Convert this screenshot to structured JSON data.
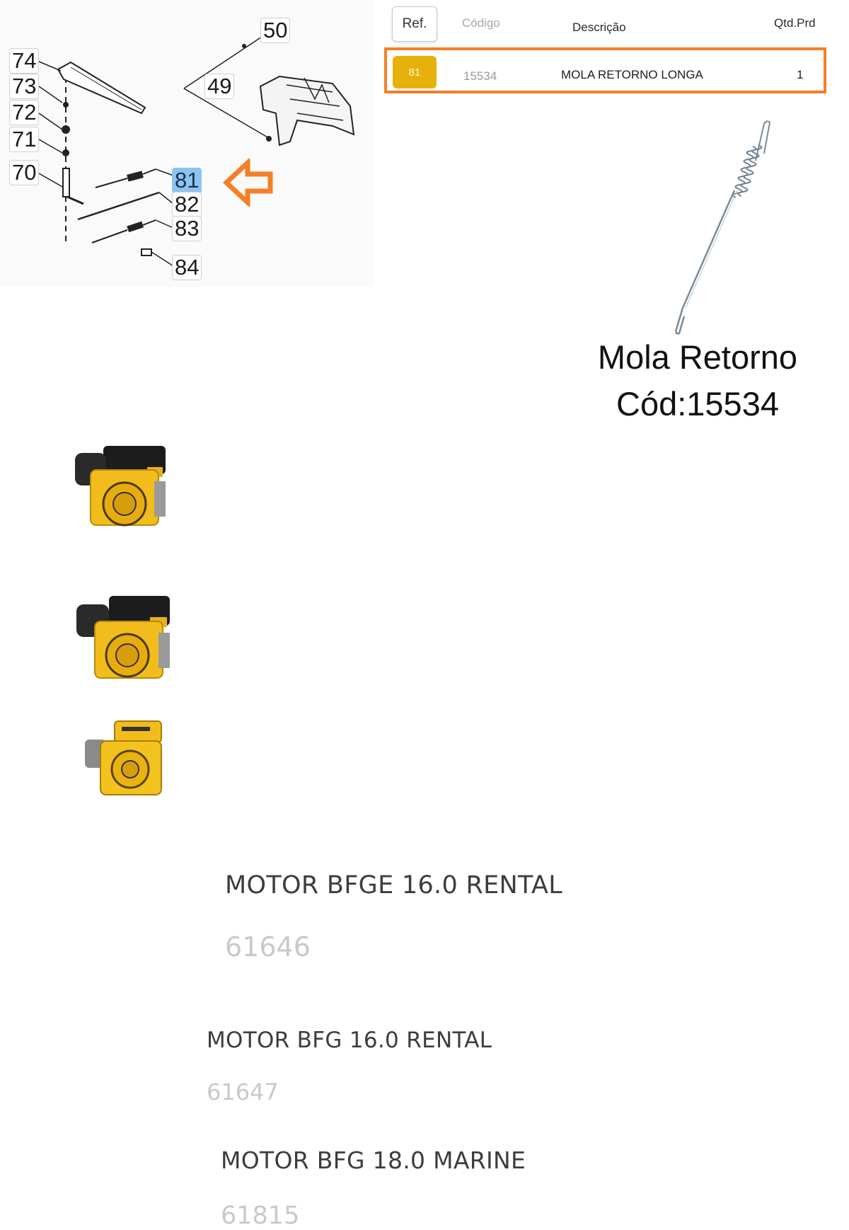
{
  "diagram": {
    "callouts": [
      "74",
      "73",
      "72",
      "71",
      "70",
      "50",
      "49",
      "81",
      "82",
      "83",
      "84"
    ],
    "highlighted_callout": "81",
    "pointer_icon": "left-arrow-icon",
    "highlight_color": "#8ec4ee",
    "arrow_color": "#f57f26"
  },
  "parts_table": {
    "headers": {
      "ref": "Ref.",
      "codigo": "Código",
      "descricao": "Descrição",
      "qtd": "Qtd.Prd"
    },
    "row": {
      "ref": "81",
      "codigo": "15534",
      "descricao": "MOLA RETORNO LONGA",
      "qtd": "1"
    },
    "row_border_color": "#f57f26",
    "ref_badge_color": "#e6b10c"
  },
  "spring": {
    "icon": "spring-icon",
    "caption_line1": "Mola Retorno",
    "caption_line2": "Cód:15534"
  },
  "motors": [
    {
      "name": "MOTOR BFGE 16.0 RENTAL",
      "code": "61646",
      "icon": "engine-icon"
    },
    {
      "name": "MOTOR BFG 16.0 RENTAL",
      "code": "61647",
      "icon": "engine-icon"
    },
    {
      "name": "MOTOR BFG 18.0 MARINE",
      "code": "61815",
      "icon": "engine-icon"
    }
  ]
}
